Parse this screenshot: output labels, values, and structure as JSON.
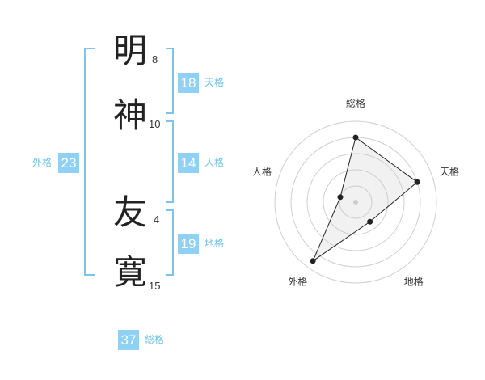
{
  "name": {
    "chars": [
      "明",
      "神",
      "友",
      "寛"
    ],
    "strokes": [
      "8",
      "10",
      "4",
      "15"
    ]
  },
  "fortune": {
    "tenkaku": {
      "value": "18",
      "label": "天格"
    },
    "jinkaku": {
      "value": "14",
      "label": "人格"
    },
    "chikaku": {
      "value": "19",
      "label": "地格"
    },
    "gaikaku": {
      "value": "23",
      "label": "外格"
    },
    "soukaku": {
      "value": "37",
      "label": "総格"
    }
  },
  "colors": {
    "accent": "#8fd0f5",
    "bracket": "#7cc4ec",
    "label": "#6bbfe8"
  },
  "chart_data": {
    "type": "radar",
    "axes": [
      "総格",
      "天格",
      "地格",
      "外格",
      "人格"
    ],
    "values": [
      0.8,
      0.8,
      0.3,
      0.9,
      0.2
    ],
    "rings": 5,
    "range": [
      0,
      1
    ]
  }
}
